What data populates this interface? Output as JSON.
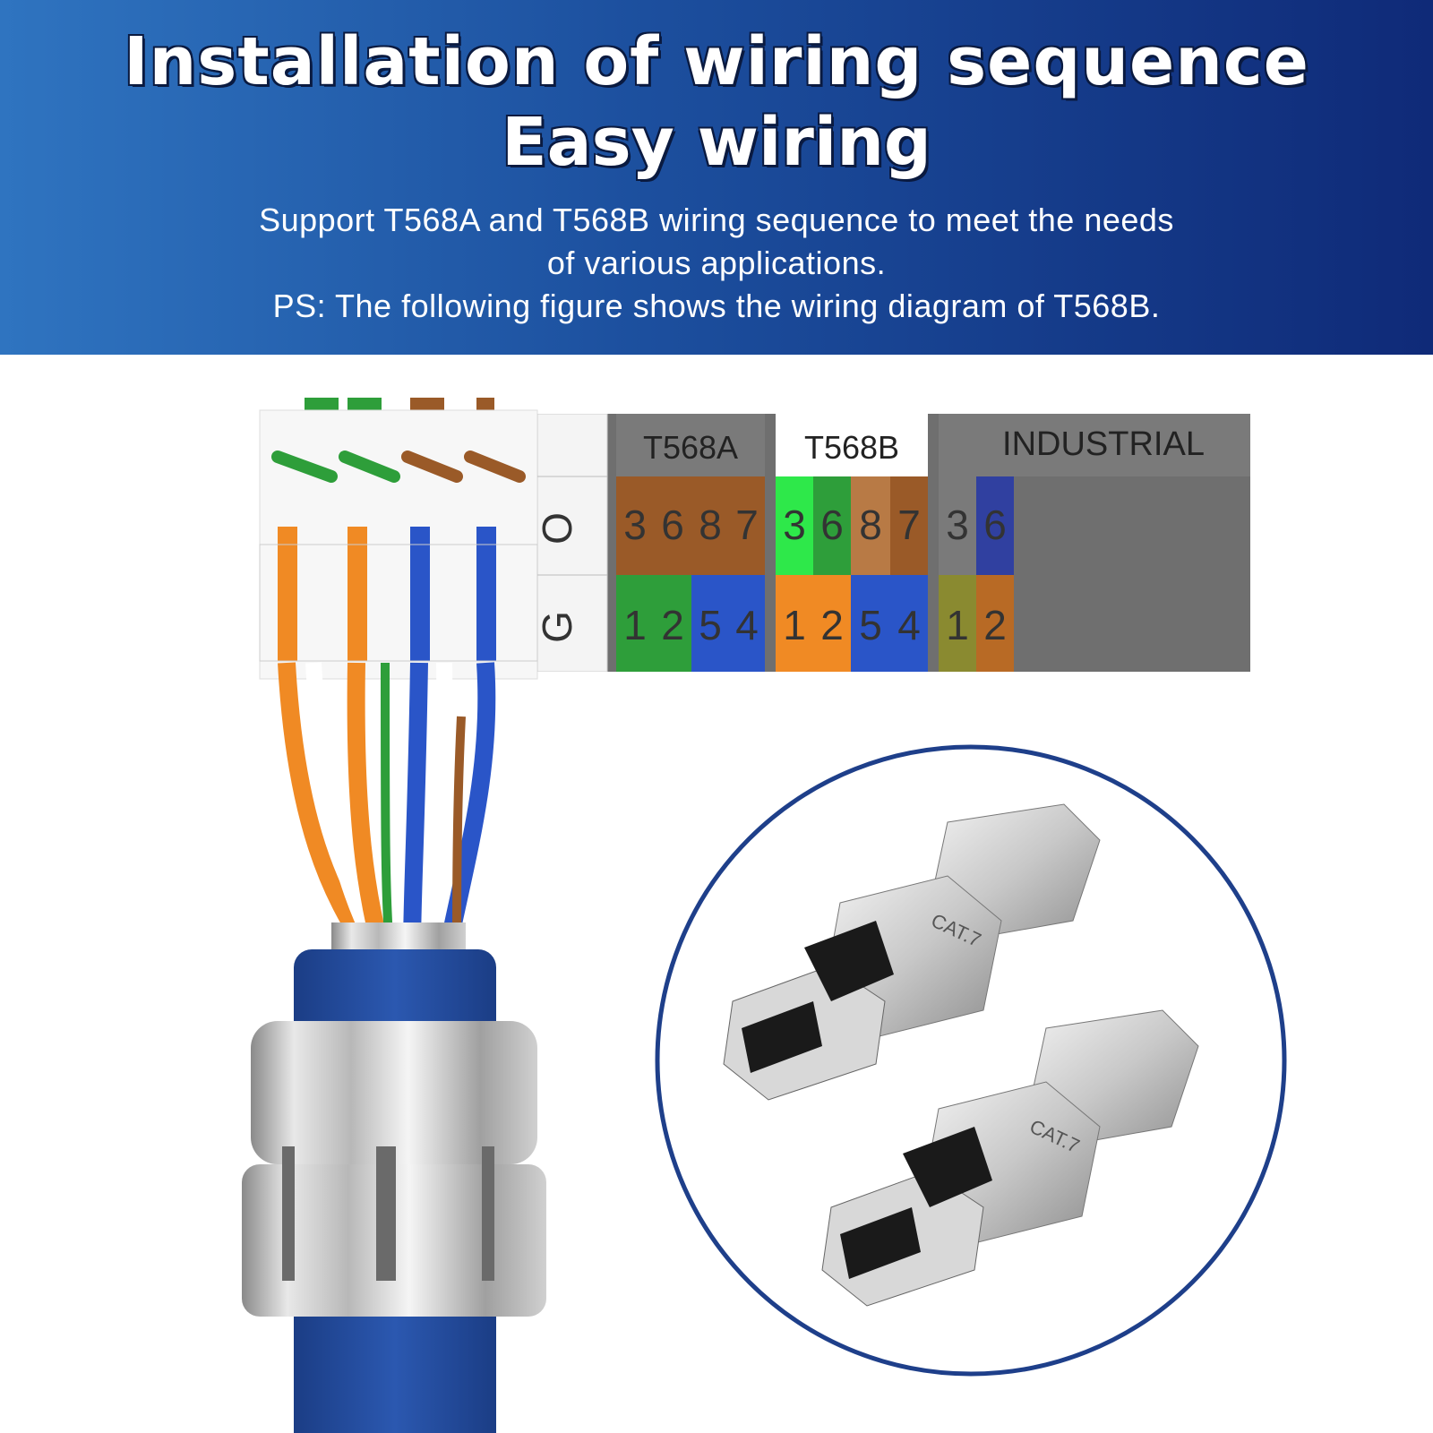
{
  "header": {
    "title_line1": "Installation of wiring sequence",
    "title_line2": "Easy wiring",
    "subtitle_line1": "Support T568A and T568B wiring sequence to meet the needs",
    "subtitle_line2": "of various applications.",
    "subtitle_line3": "PS: The following figure shows the wiring diagram of T568B."
  },
  "wiring_table": {
    "row_labels": [
      "O",
      "G"
    ],
    "standards": [
      {
        "name": "T568A",
        "top_numbers": [
          "3",
          "6",
          "8",
          "7"
        ],
        "bottom_numbers": [
          "1",
          "2",
          "5",
          "4"
        ]
      },
      {
        "name": "T568B",
        "top_numbers": [
          "3",
          "6",
          "8",
          "7"
        ],
        "bottom_numbers": [
          "1",
          "2",
          "5",
          "4"
        ]
      },
      {
        "name": "INDUSTRIAL",
        "top_numbers": [
          "3",
          "6"
        ],
        "bottom_numbers": [
          "1",
          "2"
        ]
      }
    ]
  },
  "connector": {
    "label_top": "CAT.7",
    "label_bottom": "CAT.7"
  },
  "colors": {
    "banner_start": "#2f74c0",
    "banner_end": "#0f2a78",
    "orange": "#f08a24",
    "green": "#2e9e3a",
    "blue": "#2a55c8",
    "brown": "#9a5a28",
    "jacket_blue": "#234a9a",
    "table_gray": "#6f6f6f"
  }
}
